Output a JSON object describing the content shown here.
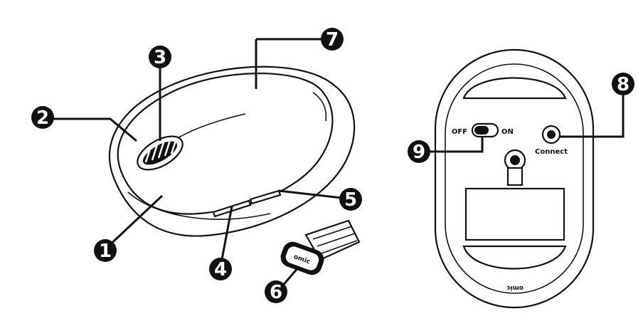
{
  "callouts": {
    "c1": "1",
    "c2": "2",
    "c3": "3",
    "c4": "4",
    "c5": "5",
    "c6": "6",
    "c7": "7",
    "c8": "8",
    "c9": "9"
  },
  "bottom_view": {
    "switch_off_label": "OFF",
    "switch_on_label": "ON",
    "connect_label": "Connect",
    "brand_mark": "omic"
  },
  "receiver": {
    "brand_mark": "omic"
  },
  "colors": {
    "ink": "#111111",
    "background": "#ffffff"
  }
}
